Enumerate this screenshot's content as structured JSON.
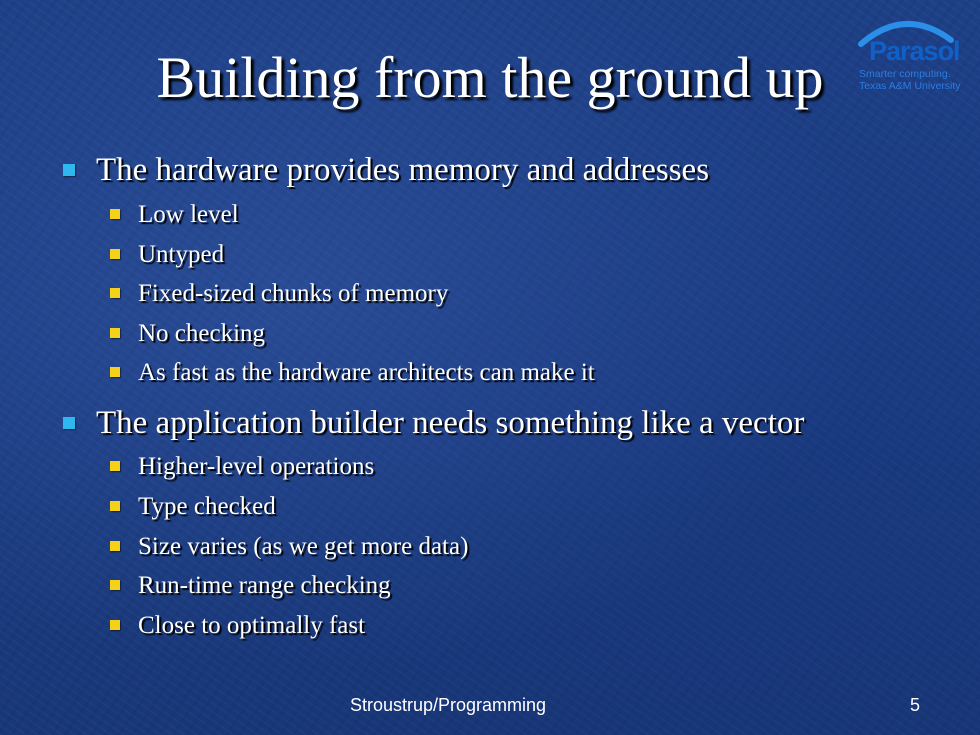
{
  "slide": {
    "title": "Building from the ground up",
    "logo": {
      "name": "Parasol",
      "tagline": "Smarter computing.",
      "institution": "Texas A&M University",
      "colors": {
        "arc": "#2b8ee8",
        "text": "#1060c8"
      }
    },
    "bullets": [
      {
        "text": "The hardware provides memory and addresses",
        "sub": [
          "Low level",
          "Untyped",
          "Fixed-sized chunks of memory",
          "No checking",
          "As fast as the hardware architects can make it"
        ]
      },
      {
        "text": "The application builder needs something like a vector",
        "sub": [
          "Higher-level operations",
          "Type checked",
          "Size varies (as we get more data)",
          "Run-time range checking",
          "Close to optimally fast"
        ]
      }
    ],
    "footer": {
      "center": "Stroustrup/Programming",
      "page": "5"
    },
    "colors": {
      "background": "#1c3d85",
      "level1_bullet": "#2fb7ef",
      "level2_bullet": "#f5d21a",
      "text": "#ffffff"
    }
  }
}
